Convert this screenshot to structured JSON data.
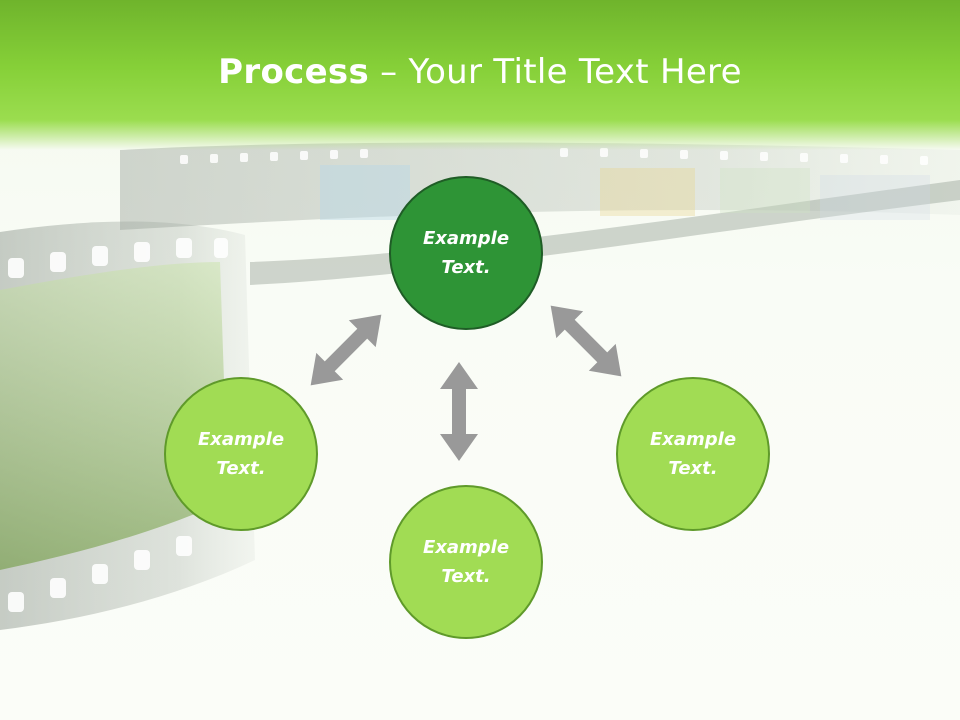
{
  "title": {
    "bold": "Process",
    "rest": " – Your Title Text Here"
  },
  "nodes": {
    "top": {
      "line1": "Example",
      "line2": "Text."
    },
    "left": {
      "line1": "Example",
      "line2": "Text."
    },
    "bottom": {
      "line1": "Example",
      "line2": "Text."
    },
    "right": {
      "line1": "Example",
      "line2": "Text."
    }
  },
  "colors": {
    "header": "#86d038",
    "node_light": "#a1dc54",
    "node_dark": "#2e9436",
    "arrow": "#999999"
  }
}
